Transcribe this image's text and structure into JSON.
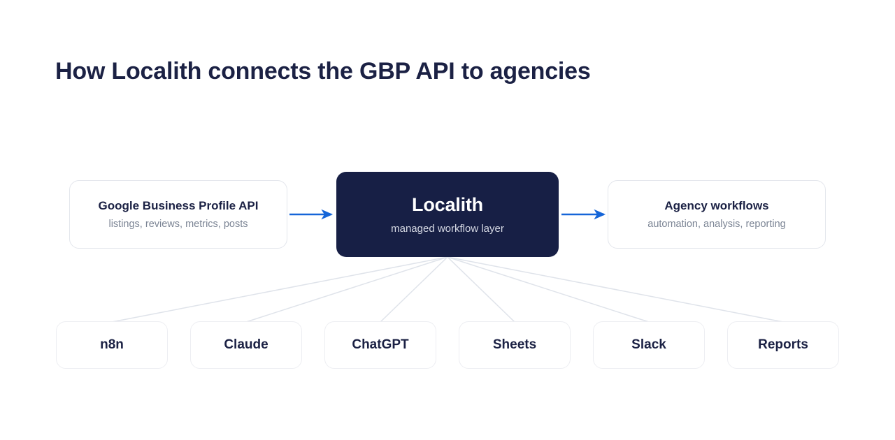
{
  "page": {
    "title": "How Localith connects the GBP API to agencies",
    "background": "#ffffff"
  },
  "colors": {
    "navy": "#171f45",
    "title_navy": "#1b2144",
    "muted_gray": "#7b8494",
    "card_border": "#e3e6ec",
    "chip_border": "#edeef2",
    "arrow_blue": "#1565d8",
    "fan_line": "#dfe3ea",
    "hub_text": "#ffffff",
    "hub_sub_text": "#d6d9e4"
  },
  "flow": {
    "source": {
      "title": "Google Business Profile API",
      "subtitle": "listings, reviews, metrics, posts"
    },
    "hub": {
      "title": "Localith",
      "subtitle": "managed workflow layer"
    },
    "output": {
      "title": "Agency workflows",
      "subtitle": "automation, analysis, reporting"
    },
    "arrows": [
      {
        "name": "source-to-hub",
        "direction": "right"
      },
      {
        "name": "hub-to-output",
        "direction": "right"
      }
    ]
  },
  "integrations": [
    {
      "label": "n8n"
    },
    {
      "label": "Claude"
    },
    {
      "label": "ChatGPT"
    },
    {
      "label": "Sheets"
    },
    {
      "label": "Slack"
    },
    {
      "label": "Reports"
    }
  ]
}
